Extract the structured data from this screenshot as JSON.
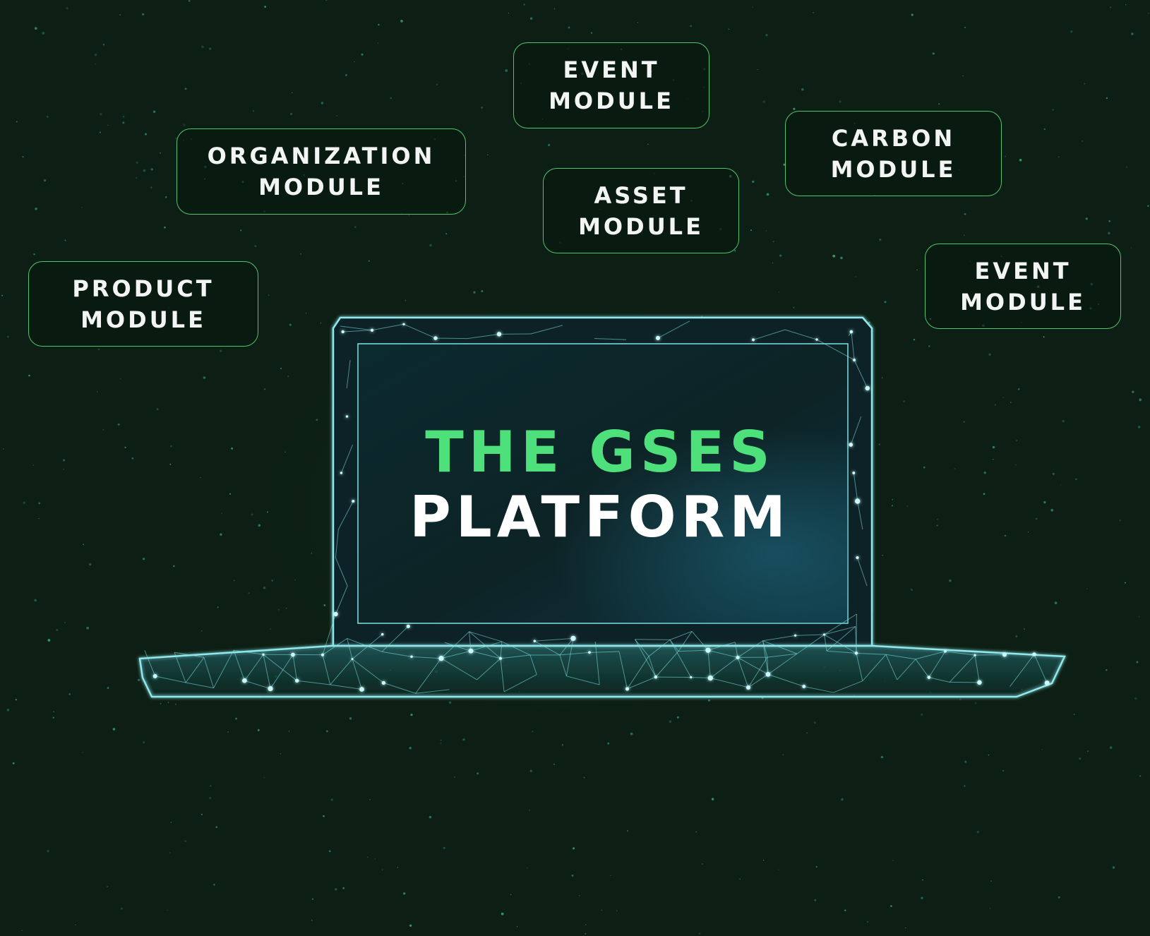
{
  "modules": [
    {
      "id": "event-module-top",
      "line1": "EVENT",
      "line2": "MODULE"
    },
    {
      "id": "organization-module",
      "line1": "ORGANIZATION",
      "line2": "MODULE"
    },
    {
      "id": "carbon-module",
      "line1": "CARBON",
      "line2": "MODULE"
    },
    {
      "id": "asset-module",
      "line1": "ASSET",
      "line2": "MODULE"
    },
    {
      "id": "event-module-right",
      "line1": "EVENT",
      "line2": "MODULE"
    },
    {
      "id": "product-module",
      "line1": "PRODUCT",
      "line2": "MODULE"
    }
  ],
  "platform": {
    "title_line1": "THE GSES",
    "title_line2": "PLATFORM"
  },
  "colors": {
    "background": "#0d1f14",
    "module_border": "#4fc46c",
    "title_accent": "#4ee07a",
    "title_main": "#ffffff",
    "wireframe": "#7fe3e6"
  }
}
